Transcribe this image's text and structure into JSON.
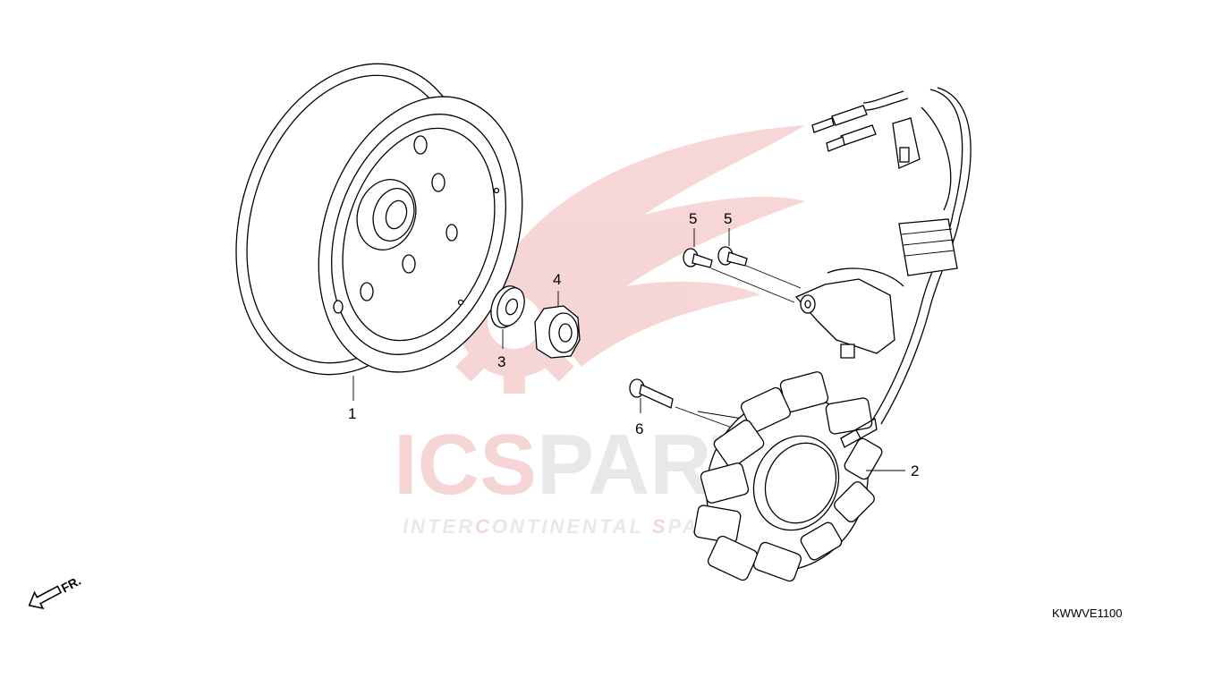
{
  "diagram": {
    "callouts": {
      "flywheel": "1",
      "stator": "2",
      "washer": "3",
      "nut": "4",
      "screw_a": "5",
      "screw_b": "5",
      "bolt": "6"
    },
    "drawing_code": "KWWVE1100",
    "direction_label": "FR.",
    "watermark": {
      "brand_left": "ICS",
      "brand_right": "PARTS",
      "tagline_left": "INTER",
      "tagline_c": "C",
      "tagline_mid": "ONTINENTAL ",
      "tagline_s": "S",
      "tagline_right": "PARE PARTS",
      "red": "#d9454a",
      "grey": "#9a9a9a"
    }
  }
}
